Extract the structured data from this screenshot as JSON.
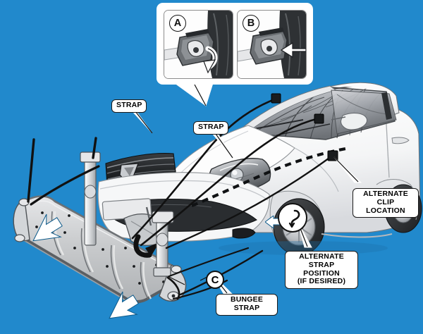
{
  "meta": {
    "title": "Snow Plow Strap Installation Diagram",
    "background_color": "#2189cc",
    "label_bg": "#ffffff",
    "label_text_color": "#000000",
    "line_color": "#111111"
  },
  "inset_panel": {
    "steps": [
      {
        "marker": "A",
        "name": "clip-open-step"
      },
      {
        "marker": "B",
        "name": "clip-closed-step"
      }
    ]
  },
  "callouts": [
    {
      "id": "strap-left",
      "text": "STRAP"
    },
    {
      "id": "strap-center",
      "text": "STRAP"
    },
    {
      "id": "alternate-clip",
      "text": "ALTERNATE\nCLIP LOCATION"
    },
    {
      "id": "alternate-strap",
      "text": "ALTERNATE STRAP\nPOSITION\n(IF DESIRED)"
    },
    {
      "id": "bungee-strap",
      "text": "BUNGEE STRAP"
    }
  ],
  "markers": [
    {
      "id": "marker-c",
      "text": "C"
    }
  ],
  "icons": {
    "hook": "hook-icon",
    "arrow_white": "white-arrow-icon",
    "curved_arrow": "curved-arrow-icon"
  }
}
